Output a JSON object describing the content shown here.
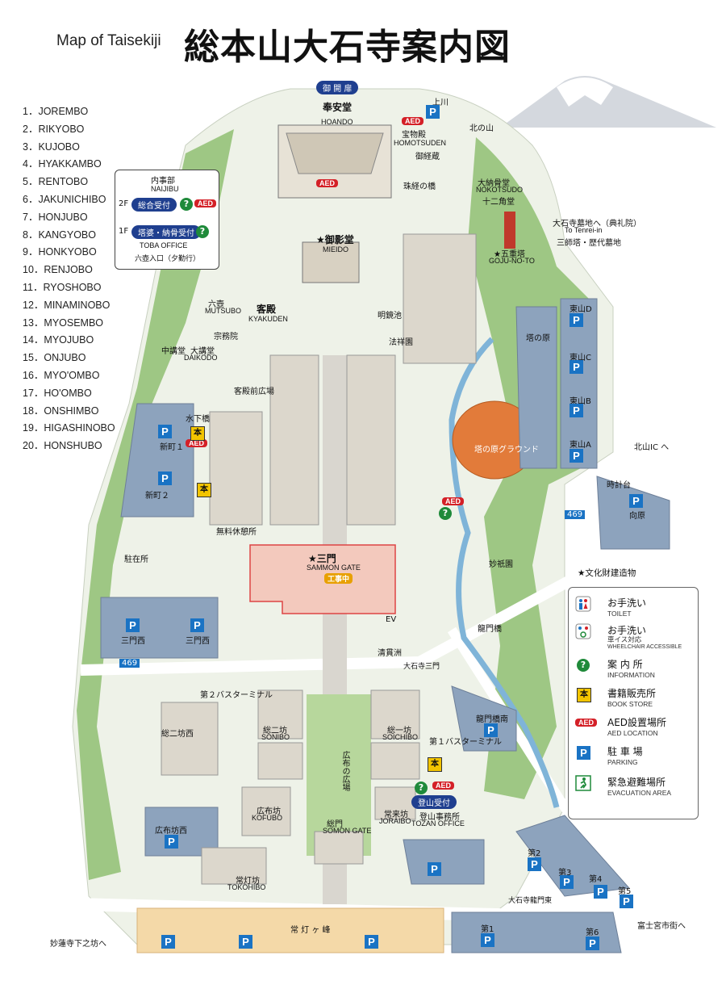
{
  "header": {
    "title_en": "Map of Taisekiji",
    "title_jp": "総本山大石寺案内図"
  },
  "legend_items": [
    "1．JOREMBO",
    "2．RIKYOBO",
    "3．KUJOBO",
    "4．HYAKKAMBO",
    "5．RENTOBO",
    "6．JAKUNICHIBO",
    "7．HONJUBO",
    "8．KANGYOBO",
    "9．HONKYOBO",
    "10．RENJOBO",
    "11．RYOSHOBO",
    "12．MINAMINOBO",
    "13．MYOSEMBO",
    "14．MYOJUBO",
    "15．ONJUBO",
    "16．MYO'OMBO",
    "17．HO'OMBO",
    "18．ONSHIMBO",
    "19．HIGASHINOBO",
    "20．HONSHUBO"
  ],
  "callout": {
    "title_jp": "内事部",
    "title_en": "NAIJIBU",
    "floor2": "2F",
    "reception": "総合受付",
    "floor1": "1F",
    "tower_reception": "塔婆・納骨受付",
    "office_en": "TOBA OFFICE",
    "office_jp": "六壺入口（夕勤行）"
  },
  "key": {
    "toilet_jp": "お手洗い",
    "toilet_en": "TOILET",
    "wc_jp": "お手洗い",
    "wc_sub": "車イス対応",
    "wc_en": "WHEELCHAIR ACCESSIBLE",
    "info_jp": "案 内 所",
    "info_en": "INFORMATION",
    "book_jp": "書籍販売所",
    "book_en": "BOOK STORE",
    "aed_jp": "AED設置場所",
    "aed_en": "AED LOCATION",
    "parking_jp": "駐 車 場",
    "parking_en": "PARKING",
    "evac_jp": "緊急避難場所",
    "evac_en": "EVACUATION AREA"
  },
  "cultural_note": "★文化財建造物",
  "icons": {
    "aed": "AED",
    "info": "?",
    "parking": "P",
    "book": "本"
  },
  "labels": {
    "gokaihi": "御 開 扉",
    "hoando_jp": "奉安堂",
    "hoando_en": "HOANDO",
    "homotsuden_jp": "宝物殿",
    "homotsuden_en": "HOMOTSUDEN",
    "gozo": "御経蔵",
    "kamikawa": "上川",
    "kitanoyama": "北の山",
    "nokotsudo": "大納骨堂",
    "nokotsudo_en": "NOKOTSUDO",
    "juni": "十二角堂",
    "shukei": "珠経の橋",
    "mieido": "★御影堂",
    "mieido_en": "MIEIDO",
    "to_tenrei": "大石寺墓地へ（典礼院）",
    "to_tenrei_en": "To Tenrei-in",
    "sanshi": "三師塔・歴代墓地",
    "gojunoto": "★五重塔",
    "gojunoto_en": "GOJU-NO-TO",
    "kyakuden": "客殿",
    "kyakuden_en": "KYAKUDEN",
    "mutsubo": "六壺",
    "mutsubo_en": "MUTSUBO",
    "daikodo": "大講堂",
    "daikodo_en": "DAIKODO",
    "chukodo": "中講堂",
    "shumuin": "宗務院",
    "kyakuden_hiroba": "客殿前広場",
    "tonohara": "塔の原",
    "ground": "塔の原グラウンド",
    "sammon": "★三門",
    "sammon_en": "SAMMON GATE",
    "koji": "工事中",
    "myokyobyo": "明鏡池",
    "hosho": "法祥園",
    "sanmon_nishi": "三門西",
    "kofu": "広布の広場",
    "kofubo": "広布坊",
    "kofubo_en": "KOFUBO",
    "sonibo": "総二坊",
    "sonibo_en": "SONIBO",
    "soichibo": "総一坊",
    "soichibo_en": "SOICHIBO",
    "joraibo": "常来坊",
    "joraibo_en": "JORAIBO",
    "tozan": "登山受付",
    "tozan_jp": "登山事務所",
    "tozan_en": "TOZAN OFFICE",
    "somon": "総門",
    "somon_en": "SOMON GATE",
    "jotobo": "常灯坊",
    "jotobo_en": "TOKOHIBO",
    "kofu_nishi": "広布坊西",
    "sonibo_nishi": "総二坊西",
    "bus2": "第２バスターミナル",
    "bus1": "第１バスターミナル",
    "jotoga": "常 灯 ヶ 峰",
    "myorenji": "妙蓮寺下之坊へ",
    "fujinomiya": "富士宮市街へ",
    "kitayama": "北山IC へ",
    "to_bochi": "大石寺墓地へ",
    "higashiyama_d": "東山D",
    "higashiyama_c": "東山C",
    "higashiyama_b": "東山B",
    "higashiyama_a": "東山A",
    "shinmachi1": "新町１",
    "shinmachi2": "新町２",
    "ryumon": "龍門橋",
    "ryumon_minami": "龍門橋南",
    "dai2": "第2",
    "dai3": "第3",
    "dai4": "第4",
    "dai5": "第5",
    "dai1": "第1",
    "dai6": "第6",
    "r469": "469",
    "tokei": "時計台",
    "muko": "向原",
    "myogi": "妙祇園",
    "ev": "EV",
    "seikan": "清貫洲",
    "oishi_gate": "大石寺三門",
    "oishi_ryumon": "大石寺龍門東",
    "kyukeijo": "無料休憩所",
    "chushajo": "駐在所",
    "mizu": "水下橋"
  },
  "colors": {
    "parking": "#1a73c4",
    "aed": "#d42027",
    "info": "#1f8a3a",
    "navy": "#1f3f8f",
    "ground": "#e27b3a",
    "lot": "#8da3bd",
    "road": "#ffffff",
    "grass": "#b9d6a0",
    "trees": "#5f9a45"
  }
}
